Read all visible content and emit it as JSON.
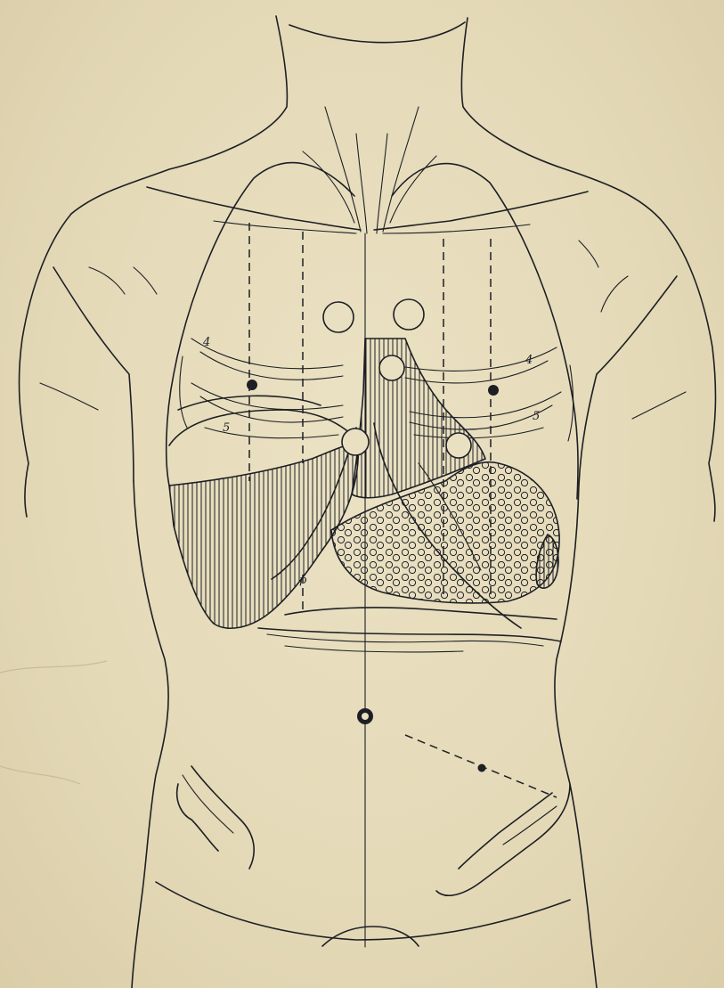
{
  "labels": {
    "rib_4_right": "4",
    "rib_4_left": "4",
    "rib_5_right": "5",
    "rib_5_left": "5",
    "point_p": "p"
  },
  "colors": {
    "paper": "#e6dcbc",
    "ink": "#1d1f24"
  }
}
